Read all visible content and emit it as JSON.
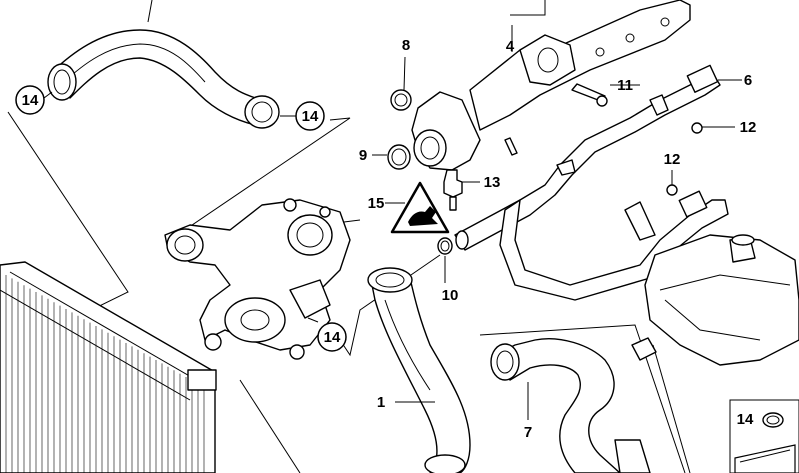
{
  "callouts": {
    "c1": "1",
    "c4": "4",
    "c6": "6",
    "c7": "7",
    "c8": "8",
    "c9": "9",
    "c10": "10",
    "c11": "11",
    "c12a": "12",
    "c12b": "12",
    "c13": "13",
    "c14a": "14",
    "c14b": "14",
    "c14c": "14",
    "c14d": "14",
    "c15": "15"
  },
  "icons": {
    "warning": "hand-warning-triangle-icon"
  }
}
